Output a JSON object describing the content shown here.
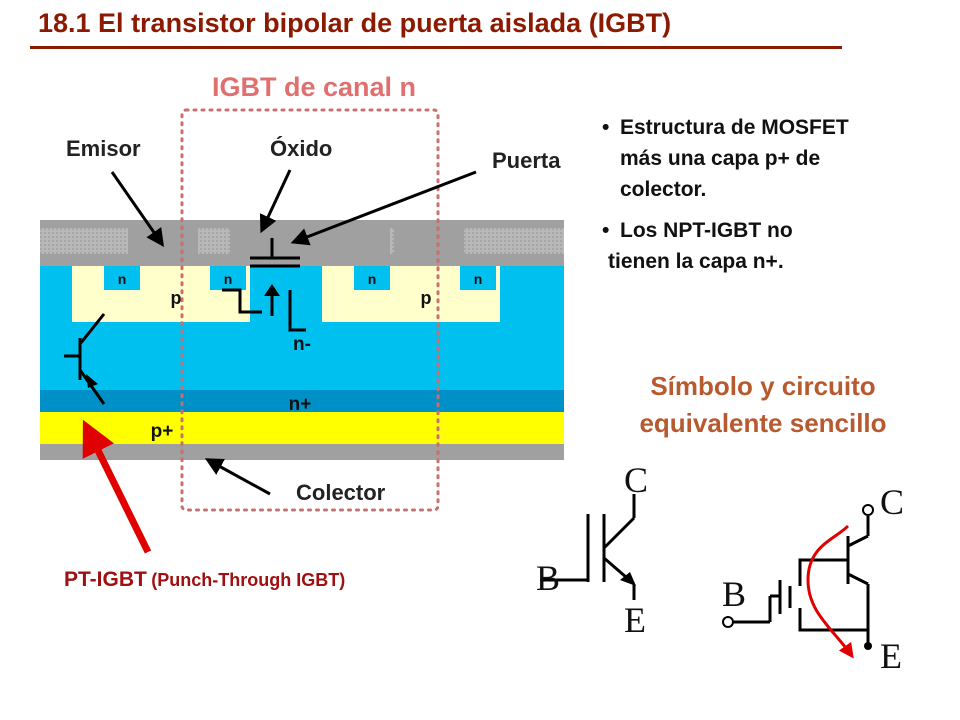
{
  "title": "18.1 El transistor bipolar de puerta aislada (IGBT)",
  "subtitle": "IGBT de canal n",
  "labels": {
    "emisor": "Emisor",
    "oxido": "Óxido",
    "puerta": "Puerta",
    "colector": "Colector"
  },
  "regions": {
    "n_small": "n",
    "p": "p",
    "n_minus": "n-",
    "n_plus": "n+",
    "p_plus": "p+"
  },
  "bullets": [
    {
      "lines": [
        "Estructura de MOSFET",
        "más una capa p+ de",
        "colector."
      ]
    },
    {
      "lines": [
        "Los NPT-IGBT no",
        "tienen la capa n+."
      ]
    }
  ],
  "symbol_title": "Símbolo y circuito equivalente sencillo",
  "pt_igbt": {
    "main": "PT-IGBT",
    "detail": "(Punch-Through IGBT)"
  },
  "symbol_letters": {
    "c": "C",
    "b": "B",
    "e": "E"
  },
  "colors": {
    "title": "#8B1A00",
    "subtitle": "#E07070",
    "symbol_title": "#B85A30",
    "pt_label": "#A01010",
    "n_minus_region": "#00C0F0",
    "n_plus_region": "#0090C8",
    "p_plus_region": "#FFFF00",
    "p_well": "#FFFFCC",
    "metal": "#A0A0A0",
    "dotted_box": "#C87070",
    "arrow_red": "#E00000"
  }
}
